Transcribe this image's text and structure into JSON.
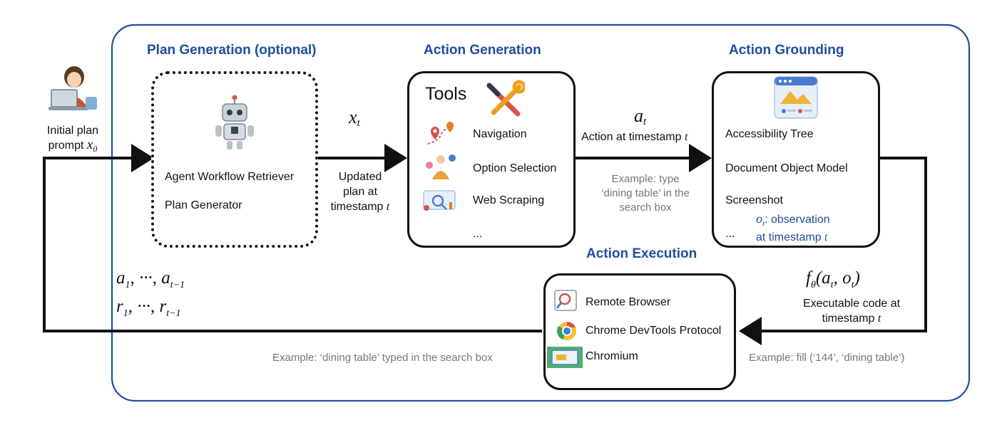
{
  "user": {
    "label_line1": "Initial plan",
    "label_line2_prefix": "prompt ",
    "label_var": "x",
    "label_sub": "0"
  },
  "plan": {
    "title": "Plan Generation (optional)",
    "items": [
      "Agent Workflow Retriever",
      "Plan Generator"
    ]
  },
  "action_generation": {
    "title": "Action Generation",
    "tools_label": "Tools",
    "items": [
      "Navigation",
      "Option Selection",
      "Web Scraping",
      "..."
    ]
  },
  "grounding": {
    "title": "Action Grounding",
    "items": [
      "Accessibility Tree",
      "Document Object Model",
      "Screenshot",
      "..."
    ],
    "observation_var": "o",
    "observation_sub": "t",
    "observation_line1": ": observation",
    "observation_line2": "at timestamp ",
    "observation_t": "t"
  },
  "execution": {
    "title": "Action Execution",
    "items": [
      "Remote Browser",
      "Chrome DevTools Protocol",
      "Chromium"
    ]
  },
  "edges": {
    "xt_var": "x",
    "xt_sub": "t",
    "updated_line1": "Updated",
    "updated_line2": "plan at",
    "updated_line3": "timestamp ",
    "updated_t": "t",
    "at_var": "a",
    "at_sub": "t",
    "action_at": "Action at timestamp ",
    "action_t": "t",
    "example_type_1": "Example: type",
    "example_type_2": "‘dining table’ in the",
    "example_type_3": "search box",
    "f_expr": "f",
    "f_sub": "θ",
    "f_args": "(a",
    "f_args_sub1": "t",
    "f_args_mid": ", o",
    "f_args_sub2": "t",
    "f_args_end": ")",
    "exec_line1": "Executable code at",
    "exec_line2": "timestamp ",
    "exec_t": "t",
    "example_fill": "Example: fill (‘144’, ‘dining table’)",
    "example_typed": "Example: ‘dining table’ typed in the search box",
    "history_a": "a",
    "history_a_sub1": "1",
    "history_a_mid": ", ···, a",
    "history_a_sub2": "t−1",
    "history_r": "r",
    "history_r_sub1": "1",
    "history_r_mid": ", ···, r",
    "history_r_sub2": "t−1"
  },
  "colors": {
    "accent_blue": "#1f4e9e",
    "line": "#111111",
    "gray_text": "#777777"
  }
}
